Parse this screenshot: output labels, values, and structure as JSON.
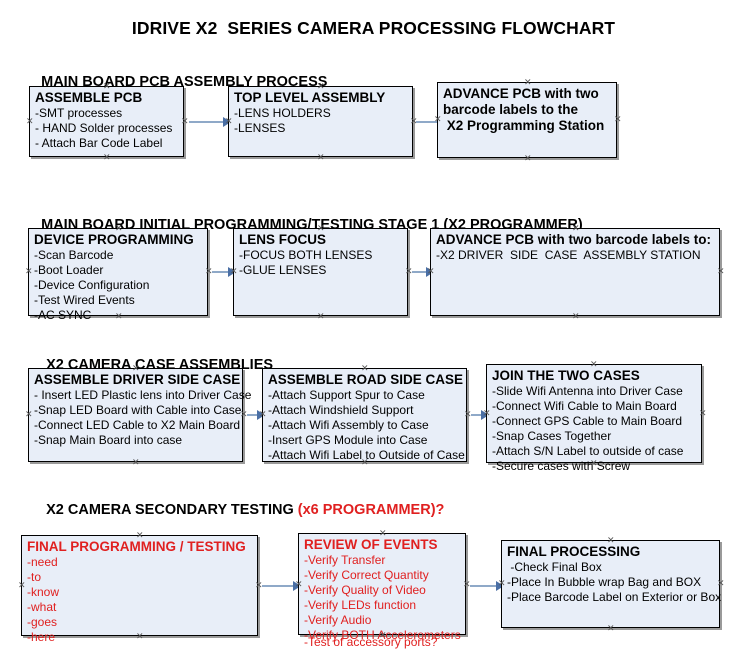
{
  "document": {
    "title": "IDRIVE X2  SERIES CAMERA PROCESSING FLOWCHART"
  },
  "colors": {
    "box_fill": "#e8eef8",
    "box_border": "#000000",
    "box_shadow": "#9a9a9a",
    "connector": "#8fa9c8",
    "arrowhead": "#4a6fa5",
    "red_accent": "#e02020",
    "text": "#000000",
    "background": "#ffffff"
  },
  "sections": [
    {
      "id": "main-board-pcb-assembly-process",
      "heading": "MAIN BOARD PCB ASSEMBLY PROCESS",
      "heading_red": "",
      "boxes": [
        {
          "id": "assemble-pcb",
          "title": "ASSEMBLE PCB",
          "lines": [
            "-SMT processes",
            "- HAND Solder processes",
            "- Attach Bar Code Label"
          ],
          "overflow_line": "",
          "red": false
        },
        {
          "id": "top-level-assembly",
          "title": "TOP LEVEL ASSEMBLY",
          "lines": [
            "-LENS HOLDERS",
            "-LENSES"
          ],
          "overflow_line": "",
          "red": false
        },
        {
          "id": "advance-pcb-programming-station",
          "title": "ADVANCE PCB with two",
          "lines": [
            "barcode labels to the",
            " X2 Programming Station"
          ],
          "overflow_line": "",
          "red": false,
          "all_bold": true
        }
      ]
    },
    {
      "id": "main-board-initial-programming",
      "heading": "MAIN BOARD INITIAL PROGRAMMING/TESTING STAGE 1 (X2 PROGRAMMER)",
      "heading_red": "",
      "boxes": [
        {
          "id": "device-programming",
          "title": "DEVICE PROGRAMMING",
          "lines": [
            "-Scan Barcode",
            "-Boot Loader",
            "-Device Configuration",
            "-Test Wired Events",
            "-AC SYNC"
          ],
          "overflow_line": "",
          "red": false
        },
        {
          "id": "lens-focus",
          "title": "LENS FOCUS",
          "lines": [
            "-FOCUS BOTH LENSES",
            "-GLUE LENSES"
          ],
          "overflow_line": "",
          "red": false
        },
        {
          "id": "advance-pcb-driver-side-case",
          "title": "ADVANCE PCB with two barcode labels to:",
          "lines": [
            "-X2 DRIVER  SIDE  CASE  ASSEMBLY STATION"
          ],
          "overflow_line": "",
          "red": false
        }
      ]
    },
    {
      "id": "x2-camera-case-assemblies",
      "heading": "X2 CAMERA CASE ASSEMBLIES",
      "heading_red": "",
      "boxes": [
        {
          "id": "assemble-driver-side-case",
          "title": "ASSEMBLE DRIVER SIDE CASE",
          "lines": [
            "- Insert LED Plastic lens into Driver Case",
            "-Snap LED Board with Cable into Case",
            "-Connect LED Cable to X2 Main Board",
            "-Snap Main Board into case"
          ],
          "overflow_line": "",
          "red": false
        },
        {
          "id": "assemble-road-side-case",
          "title": "ASSEMBLE ROAD SIDE CASE",
          "lines": [
            "-Attach Support Spur to Case",
            "-Attach Windshield Support",
            "-Attach Wifi Assembly to Case",
            "-Insert GPS Module into Case",
            "-Attach Wifi Label to Outside of Case"
          ],
          "overflow_line": "",
          "red": false
        },
        {
          "id": "join-the-two-cases",
          "title": "JOIN THE TWO CASES",
          "lines": [
            "-Slide Wifi Antenna into Driver Case",
            "-Connect Wifi Cable to Main Board",
            "-Connect GPS Cable to Main Board",
            "-Snap Cases Together",
            "-Attach S/N Label to outside of case",
            "-Secure cases with Screw"
          ],
          "overflow_line": "",
          "red": false
        }
      ]
    },
    {
      "id": "x2-camera-secondary-testing",
      "heading": "X2 CAMERA SECONDARY TESTING ",
      "heading_red": "(x6 PROGRAMMER)?",
      "boxes": [
        {
          "id": "final-programming-testing",
          "title": "FINAL PROGRAMMING / TESTING",
          "lines": [
            "-need",
            "-to",
            "-know",
            "-what",
            "-goes",
            "-here"
          ],
          "overflow_line": "",
          "red": true
        },
        {
          "id": "review-of-events",
          "title": "REVIEW OF EVENTS",
          "lines": [
            "-Verify Transfer",
            "-Verify Correct Quantity",
            "-Verify Quality of Video",
            "-Verify LEDs function",
            "-Verify Audio",
            "-Verify BOTH Accelerometers"
          ],
          "overflow_line": "-Test of accessory ports?",
          "red": true
        },
        {
          "id": "final-processing",
          "title": "FINAL PROCESSING",
          "lines": [
            " -Check Final Box",
            "-Place In Bubble wrap Bag and BOX",
            "-Place Barcode Label on Exterior or Box"
          ],
          "overflow_line": "",
          "red": false
        }
      ]
    }
  ]
}
